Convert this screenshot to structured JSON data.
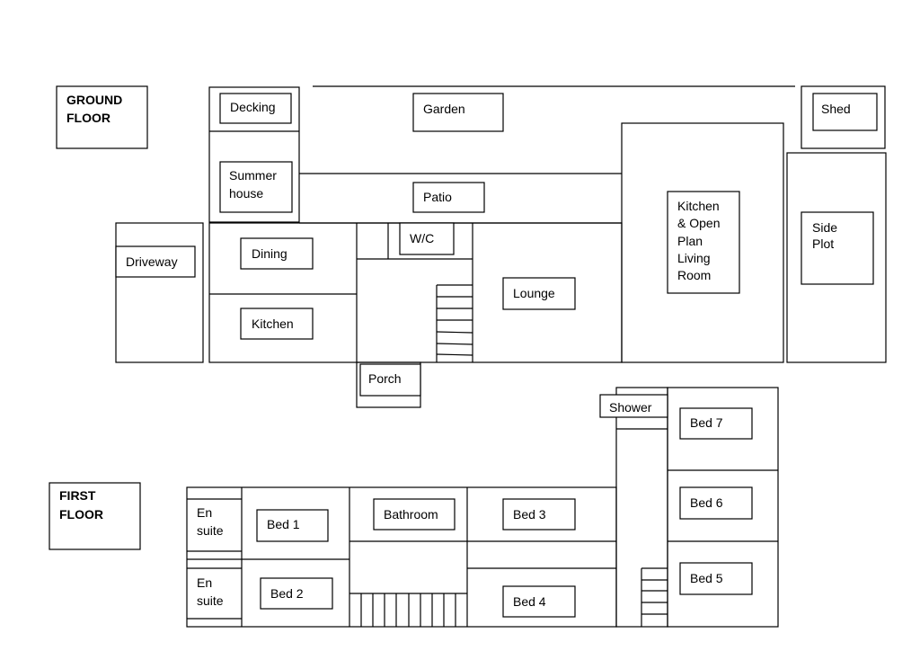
{
  "floors": {
    "ground_label": [
      "GROUND",
      "FLOOR"
    ],
    "first_label": [
      "FIRST",
      "FLOOR"
    ]
  },
  "ground": {
    "decking": "Decking",
    "garden": "Garden",
    "shed": "Shed",
    "summer_house": [
      "Summer",
      "house"
    ],
    "patio": "Patio",
    "kitchen_open_plan": [
      "Kitchen",
      "& Open",
      "Plan",
      "Living",
      "Room"
    ],
    "side_plot": [
      "Side",
      "Plot"
    ],
    "driveway": "Driveway",
    "dining": "Dining",
    "wc": "W/C",
    "lounge": "Lounge",
    "kitchen": "Kitchen",
    "porch": "Porch"
  },
  "first": {
    "shower": "Shower",
    "bed7": "Bed 7",
    "bed6": "Bed 6",
    "bed5": "Bed 5",
    "ensuite_top": [
      "En",
      "suite"
    ],
    "ensuite_bottom": [
      "En",
      "suite"
    ],
    "bed1": "Bed 1",
    "bed2": "Bed 2",
    "bathroom": "Bathroom",
    "bed3": "Bed 3",
    "bed4": "Bed 4"
  }
}
